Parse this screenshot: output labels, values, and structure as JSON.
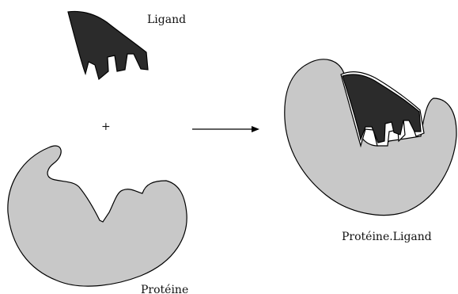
{
  "labels": {
    "ligand": "Ligand",
    "plus": "+",
    "protein": "Protéine",
    "complex": "Protéine.Ligand"
  },
  "colors": {
    "ligand_fill": "#2b2b2b",
    "protein_fill": "#c8c8c8",
    "outline": "#000000",
    "background": "#ffffff"
  }
}
